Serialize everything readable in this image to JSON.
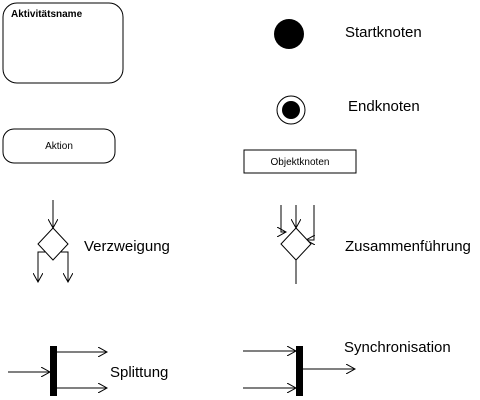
{
  "diagram": {
    "activity_name": "Aktivitätsname",
    "action": "Aktion",
    "start_node": "Startknoten",
    "end_node": "Endknoten",
    "object_node": "Objektknoten",
    "decision": "Verzweigung",
    "merge": "Zusammenführung",
    "fork": "Splittung",
    "join": "Synchronisation"
  }
}
